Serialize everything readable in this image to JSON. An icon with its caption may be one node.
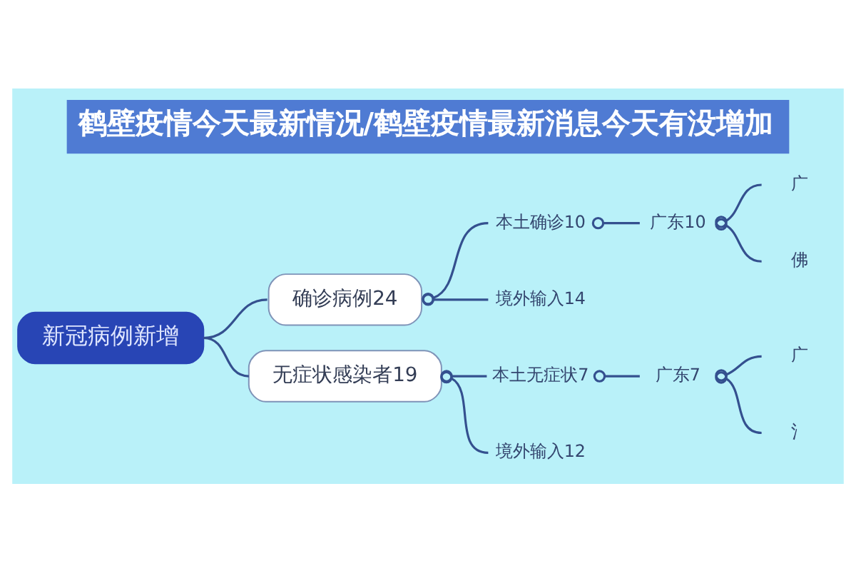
{
  "diagram": {
    "title": "鹤壁疫情今天最新情况/鹤壁疫情最新消息今天有没增加",
    "nodes": [
      {
        "text": [
          "新冠病例新增"
        ]
      },
      {
        "text": [
          "确诊病例24"
        ]
      },
      {
        "text": [
          "本土确诊10"
        ]
      },
      {
        "text": [
          "广东10"
        ]
      },
      {
        "text": [
          "广"
        ]
      },
      {
        "text": [
          "佛"
        ]
      },
      {
        "text": [
          "境外输入14"
        ]
      },
      {
        "text": [
          "无症状感染者19"
        ]
      },
      {
        "text": [
          "本土无症状7"
        ]
      },
      {
        "text": [
          "广东7"
        ]
      },
      {
        "text": [
          "广"
        ]
      },
      {
        "text": [
          "氵"
        ]
      },
      {
        "text": [
          "境外输入12"
        ]
      }
    ],
    "edges": [
      {
        "from": 0,
        "to": 1,
        "arrow": "none"
      },
      {
        "from": 1,
        "to": 2,
        "arrow": "other"
      },
      {
        "from": 2,
        "to": 3,
        "arrow": "other"
      },
      {
        "from": 3,
        "to": 4,
        "arrow": "other"
      },
      {
        "from": 3,
        "to": 5,
        "arrow": "other"
      },
      {
        "from": 1,
        "to": 6,
        "arrow": "other"
      },
      {
        "from": 0,
        "to": 7,
        "arrow": "none"
      },
      {
        "from": 7,
        "to": 8,
        "arrow": "other"
      },
      {
        "from": 8,
        "to": 9,
        "arrow": "other"
      },
      {
        "from": 9,
        "to": 10,
        "arrow": "other"
      },
      {
        "from": 9,
        "to": 11,
        "arrow": "other"
      },
      {
        "from": 7,
        "to": 12,
        "arrow": "other"
      }
    ]
  }
}
